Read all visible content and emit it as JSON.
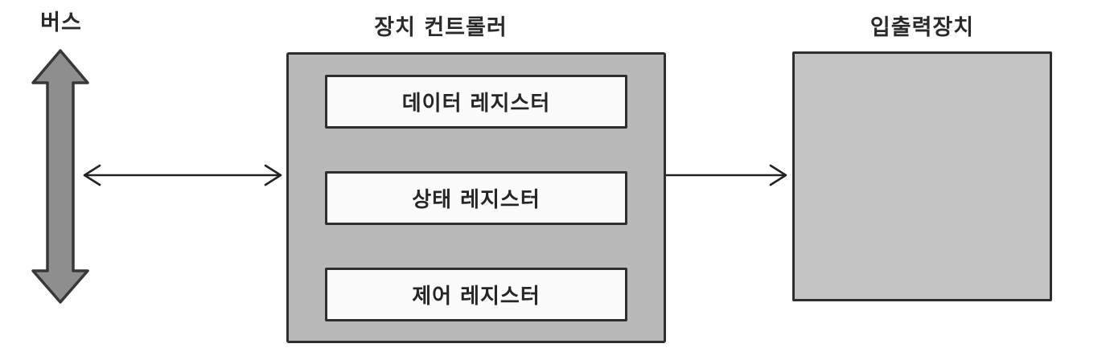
{
  "bus": {
    "label": "버스"
  },
  "controller": {
    "title": "장치 컨트롤러",
    "registers": [
      {
        "label": "데이터 레지스터"
      },
      {
        "label": "상태 레지스터"
      },
      {
        "label": "제어 레지스터"
      }
    ]
  },
  "io_device": {
    "title": "입출력장치"
  },
  "colors": {
    "background": "#ffffff",
    "controller_fill": "#b9b9b9",
    "io_device_fill": "#c3c3c3",
    "register_fill": "#fbfbfb",
    "bus_arrow_fill": "#8e8e8e",
    "outline": "#2e2e2e",
    "text": "#2a2a2a"
  }
}
